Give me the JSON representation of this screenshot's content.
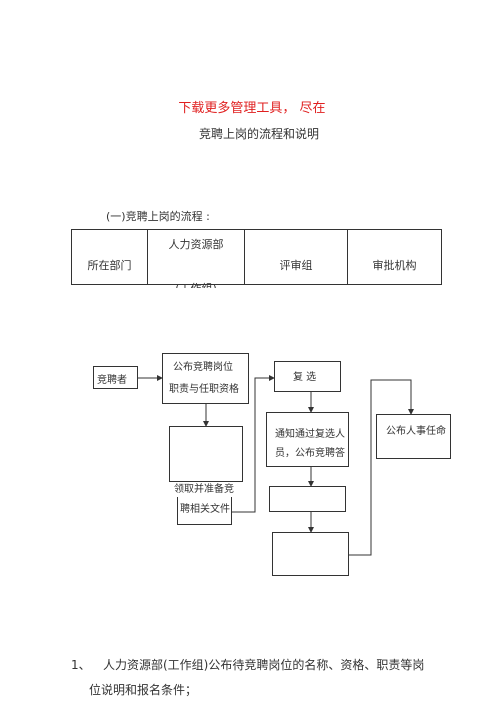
{
  "banner": "下载更多管理工具， 尽在",
  "title": "竞聘上岗的流程和说明",
  "section_heading": "(一)竞聘上岗的流程 :",
  "table": {
    "col1": "所在部门",
    "col2_line1": "人力资源部",
    "col2_line2": "(工作组)",
    "col3": "评审组",
    "col4": "审批机构"
  },
  "flow": {
    "applicant": "竞聘者",
    "publish_line1": "公布竞聘岗位",
    "publish_line2": "职责与任职资格",
    "review": "复  选",
    "notify_line1": "通知通过复选人",
    "notify_line2": "员，公布竞聘答",
    "collect_line1": "领取并准备竞",
    "collect_line2": "聘相关文件",
    "announce": "公布人事任命"
  },
  "list": {
    "item1_number": "1、",
    "item1_line1": "人力资源部(工作组)公布待竞聘岗位的名称、资格、职责等岗",
    "item1_line2": "位说明和报名条件；"
  }
}
